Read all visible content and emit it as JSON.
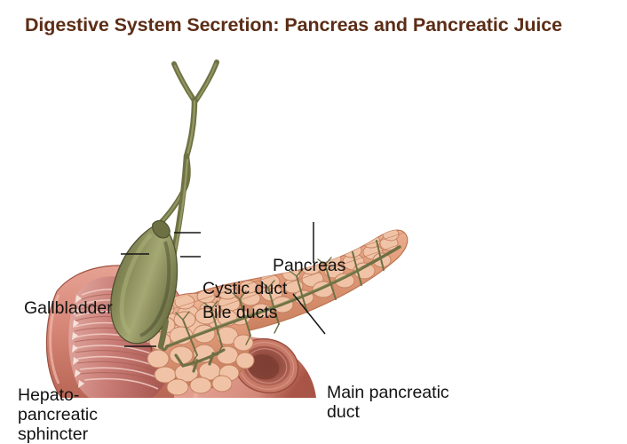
{
  "slide": {
    "title": "Digestive System Secretion: Pancreas and Pancreatic Juice",
    "title_color": "#5C2D16",
    "background_color": "#ffffff"
  },
  "figure": {
    "type": "anatomical-illustration",
    "subject": "Pancreas, gallbladder, bile ducts and duodenum",
    "palette": {
      "gallbladder": "#7E8153",
      "gallbladder_shadow": "#5E6139",
      "gallbladder_highlight": "#A3A66F",
      "duct": "#7A7A4A",
      "duct_dark": "#4E4E2B",
      "pancreas": "#E8A383",
      "pancreas_light": "#F3C2A8",
      "pancreas_dark": "#C87E5E",
      "duodenum": "#D98878",
      "duodenum_dark": "#B5604F",
      "mucosa": "#C87C78",
      "mucosa_light": "#E0A9A2",
      "lumen_dark": "#8E4A42",
      "leader_line": "#1A1A1A"
    },
    "labels": [
      {
        "id": "gallbladder",
        "text": "Gallbladder",
        "lines": [
          "Gallbladder"
        ]
      },
      {
        "id": "cystic_duct",
        "text": "Cystic duct",
        "lines": [
          "Cystic duct"
        ]
      },
      {
        "id": "bile_ducts",
        "text": "Bile ducts",
        "lines": [
          "Bile ducts"
        ]
      },
      {
        "id": "pancreas",
        "text": "Pancreas",
        "lines": [
          "Pancreas"
        ]
      },
      {
        "id": "main_pancreatic_duct",
        "text": "Main pancreatic duct",
        "lines": [
          "Main pancreatic",
          "duct"
        ]
      },
      {
        "id": "hepatopancreatic_sphincter",
        "text": "Hepato-pancreatic sphincter",
        "lines": [
          "Hepato-",
          "pancreatic",
          "sphincter"
        ]
      }
    ]
  }
}
